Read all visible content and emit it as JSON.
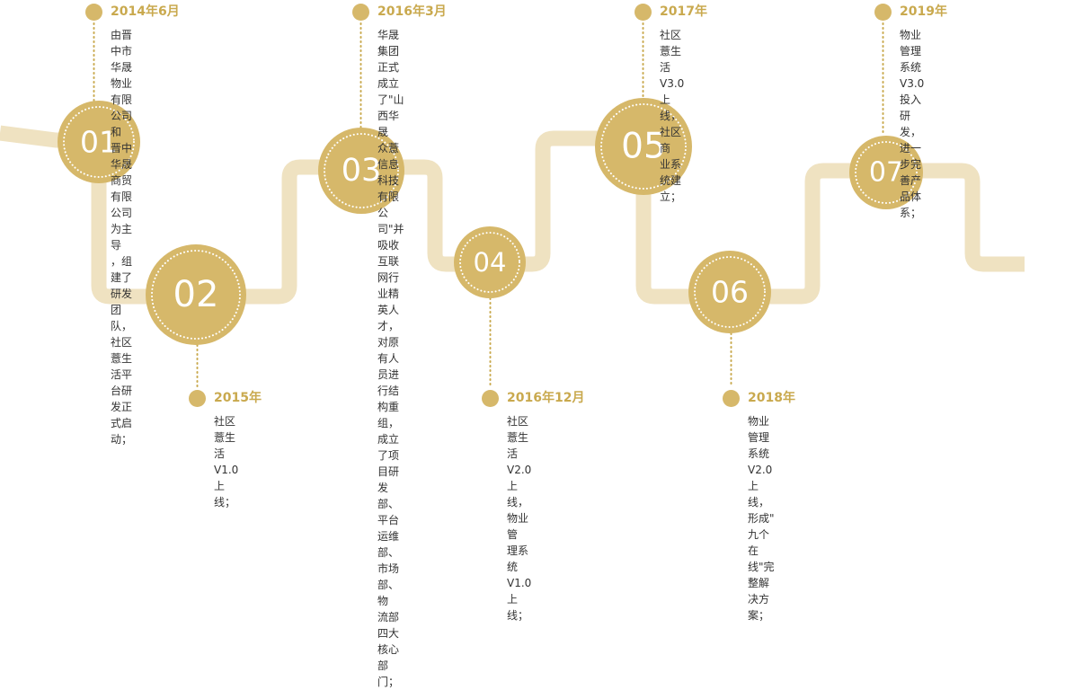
{
  "colors": {
    "path": "#efe2c1",
    "circle": "#d6b86a",
    "circle_ring": "#ffffff",
    "connector": "#c9a94e",
    "date": "#c9a94e",
    "text": "#333333"
  },
  "milestones": [
    {
      "number": "01",
      "date": "2014年6月",
      "desc": "由晋中市华晟物业有限公司和\n晋中华晟商贸有限公司为主导\n，组建了研发团队，社区薏生\n活平台研发正式启动；"
    },
    {
      "number": "02",
      "date": "2015年",
      "desc": "社区薏生活V1.0上线；"
    },
    {
      "number": "03",
      "date": "2016年3月",
      "desc": "华晟集团正式成立了\"山西华晟\n众薏信息科技有限公司\"并吸收\n互联网行业精英人才，对原有人\n员进行结构重组，成立了项目研\n发部、平台运维部、市场部、物\n流部四大核心部门；"
    },
    {
      "number": "04",
      "date": "2016年12月",
      "desc": "社区薏生活V2.0上线，物业管\n理系统V1.0上线；"
    },
    {
      "number": "05",
      "date": "2017年",
      "desc": "社区薏生活V3.0上线，社区商\n业系统建立；"
    },
    {
      "number": "06",
      "date": "2018年",
      "desc": "物业管理系统V2.0上线，形成\"\n九个在线\"完整解决方案；"
    },
    {
      "number": "07",
      "date": "2019年",
      "desc": "物业管理系统V3.0投入研发，\n进一步完善产品体系；"
    }
  ]
}
